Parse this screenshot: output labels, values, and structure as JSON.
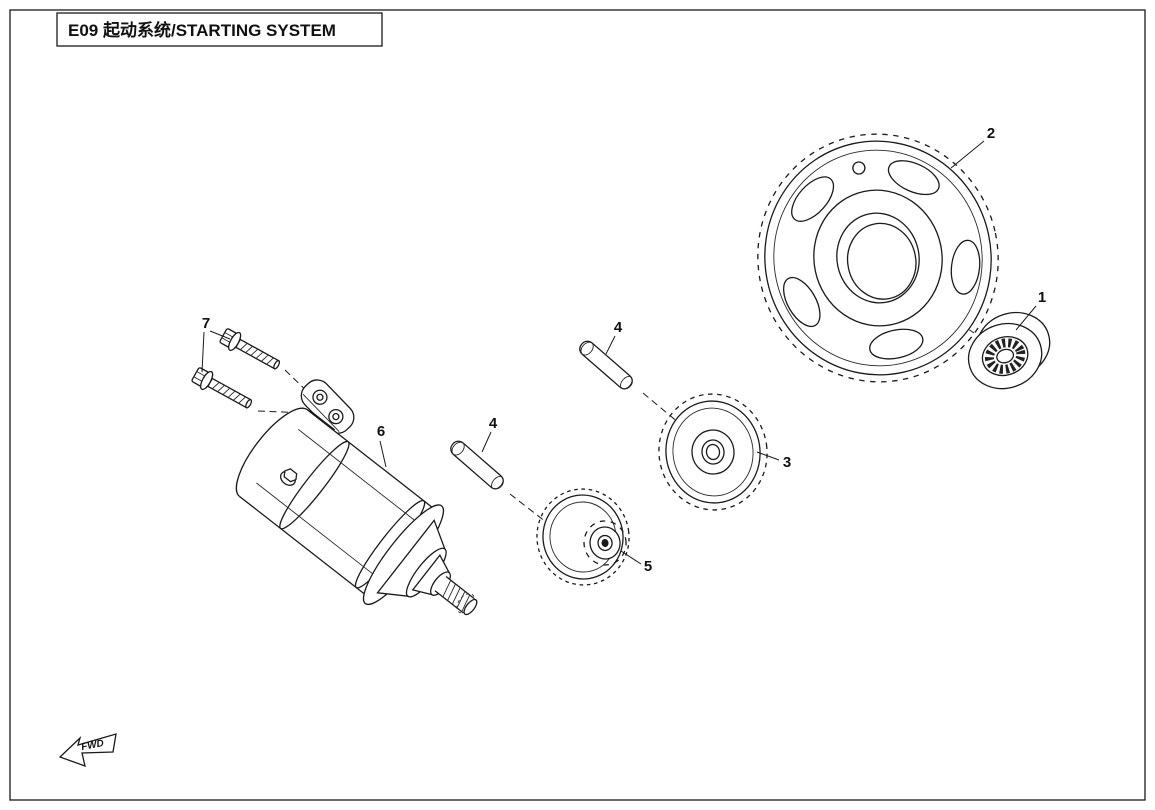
{
  "colors": {
    "ink": "#1a1a1a",
    "paper": "#ffffff"
  },
  "header": {
    "title": "E09 起动系统/STARTING SYSTEM"
  },
  "callouts": {
    "n1": "1",
    "n2": "2",
    "n3": "3",
    "n4a": "4",
    "n4b": "4",
    "n5": "5",
    "n6": "6",
    "n7": "7"
  },
  "fwd": {
    "label": "FWD"
  }
}
